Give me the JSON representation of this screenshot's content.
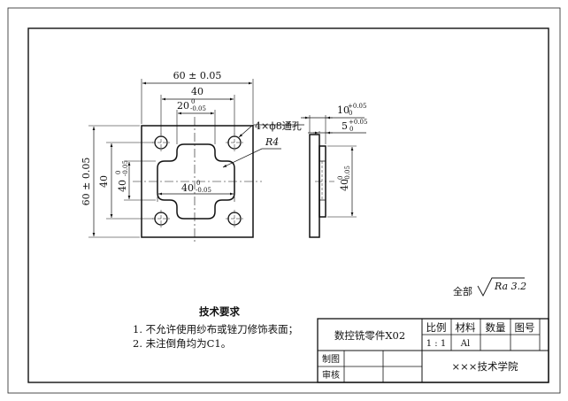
{
  "dimensions": {
    "overall_width": "60 ± 0.05",
    "hole_spacing_h": "40",
    "slot_width": "20",
    "slot_width_tol_top": "0",
    "slot_width_tol_bot": "-0.05",
    "cross_width": "40",
    "cross_width_tol_top": "0",
    "cross_width_tol_bot": "-0.05",
    "overall_height": "60 ± 0.05",
    "hole_spacing_v": "40",
    "cross_height": "40",
    "cross_height_tol_top": "0",
    "cross_height_tol_bot": "-0.05",
    "holes_note": "4×ϕ8通孔",
    "radius_note": "R4",
    "thickness": "10",
    "thickness_tol_top": "+0.05",
    "thickness_tol_bot": "0",
    "pocket_depth": "5",
    "pocket_depth_tol_top": "+0.05",
    "pocket_depth_tol_bot": "0",
    "side_height": "40",
    "side_height_tol_top": "0",
    "side_height_tol_bot": "-0.05"
  },
  "surface_finish": {
    "prefix": "全部",
    "symbol": "Ra 3.2"
  },
  "requirements": {
    "title": "技术要求",
    "items": [
      "1. 不允许使用纱布或锉刀修饰表面；",
      "2. 未注倒角均为C1。"
    ]
  },
  "title_block": {
    "part_name": "数控铣零件X02",
    "scale_label": "比例",
    "material_label": "材料",
    "quantity_label": "数量",
    "drawing_no_label": "图号",
    "scale_value": "1 : 1",
    "material_value": "Al",
    "drawn_by_label": "制图",
    "checked_by_label": "审核",
    "institution": "×××技术学院"
  }
}
